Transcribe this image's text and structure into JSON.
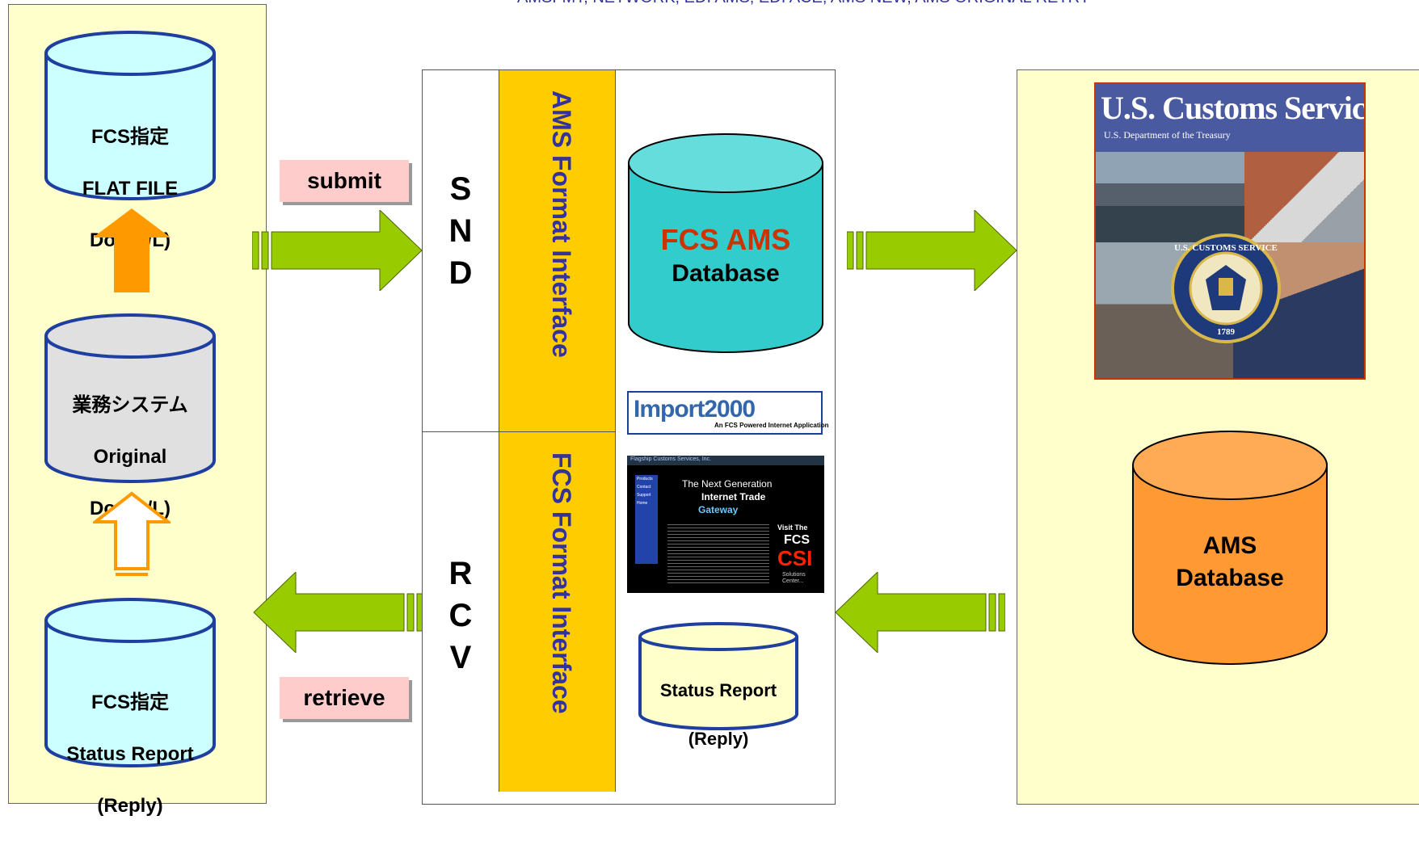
{
  "top_caption": "AMSFMT, NETWORK, EDI AMS, EDI ACE, AMS NEW, AMS ORIGINAL RETRY",
  "left_panel": {
    "flat_file_db": [
      "FCS指定",
      "FLAT FILE",
      "Doc(B/L)"
    ],
    "original_db": [
      "業務システム",
      "Original",
      "Doc(B/L)"
    ],
    "status_db": [
      "FCS指定",
      "Status Report",
      "(Reply)"
    ]
  },
  "actions": {
    "submit": "submit",
    "retrieve": "retrieve"
  },
  "center_panel": {
    "snd_letters": [
      "S",
      "N",
      "D"
    ],
    "rcv_letters": [
      "R",
      "C",
      "V"
    ],
    "ams_interface": "AMS Format Interface",
    "fcs_interface": "FCS Format Interface",
    "fcs_ams_db_title": "FCS AMS",
    "fcs_ams_db_subtitle": "Database",
    "import_logo": "Import2000",
    "import_logo_sub": "An FCS Powered Internet Application",
    "screenshot": {
      "header": "Flagship Customs Services, Inc.",
      "nav_links": [
        "Products",
        "Contact",
        "Support",
        "Home"
      ],
      "line1": "The Next Generation",
      "line2": "Internet Trade",
      "line3": "Gateway",
      "visit": "Visit The",
      "fcs": "FCS",
      "csi": "CSI",
      "solutions": "Solutions Center..."
    },
    "status_db": [
      "Status Report",
      "(Reply)"
    ]
  },
  "right_panel": {
    "customs_title": "U.S. Customs Service",
    "customs_subtitle": "U.S. Department of the Treasury",
    "seal_text": "U.S. CUSTOMS SERVICE",
    "seal_year": "1789",
    "ams_db": [
      "AMS",
      "Database"
    ]
  },
  "colors": {
    "panel_bg": "#ffffcc",
    "cyl_cyan": "#ccffff",
    "cyl_gray": "#e0e0e0",
    "cyl_teal": "#33cccc",
    "cyl_orange": "#ff9933",
    "arrow_green": "#99cc00",
    "arrow_orange": "#ff9900",
    "band_yellow": "#ffcc00",
    "interface_text": "#333399",
    "fcs_ams_red": "#cc3300"
  }
}
